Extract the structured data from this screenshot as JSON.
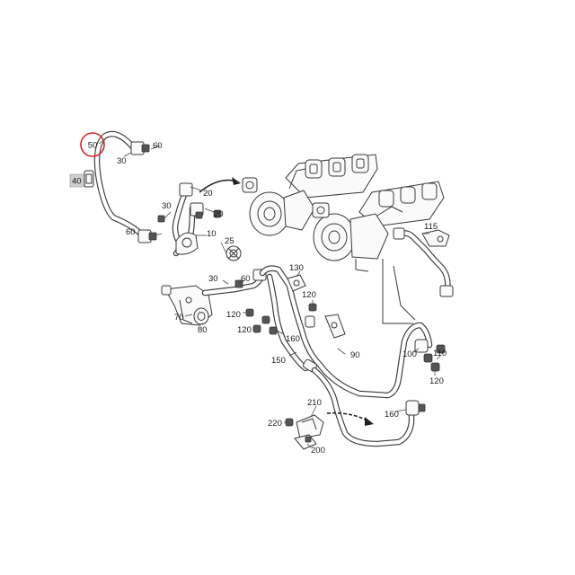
{
  "diagram": {
    "highlight_color": "#d9252b",
    "highlighted_label": "50",
    "callouts": [
      {
        "id": "50",
        "text": "50",
        "highlighted": true
      },
      {
        "id": "60a",
        "text": "60"
      },
      {
        "id": "30a",
        "text": "30"
      },
      {
        "id": "40",
        "text": "40",
        "boxed": true
      },
      {
        "id": "20a",
        "text": "20"
      },
      {
        "id": "20b",
        "text": "20"
      },
      {
        "id": "30b",
        "text": "30"
      },
      {
        "id": "60b",
        "text": "60"
      },
      {
        "id": "10",
        "text": "10"
      },
      {
        "id": "25",
        "text": "25"
      },
      {
        "id": "30c",
        "text": "30"
      },
      {
        "id": "60c",
        "text": "60"
      },
      {
        "id": "130",
        "text": "130"
      },
      {
        "id": "120a",
        "text": "120"
      },
      {
        "id": "70",
        "text": "70"
      },
      {
        "id": "80",
        "text": "80"
      },
      {
        "id": "120b",
        "text": "120"
      },
      {
        "id": "120c",
        "text": "120"
      },
      {
        "id": "160a",
        "text": "160"
      },
      {
        "id": "150",
        "text": "150"
      },
      {
        "id": "90",
        "text": "90"
      },
      {
        "id": "115",
        "text": "115"
      },
      {
        "id": "100",
        "text": "100"
      },
      {
        "id": "110",
        "text": "110"
      },
      {
        "id": "120d",
        "text": "120"
      },
      {
        "id": "210",
        "text": "210"
      },
      {
        "id": "160b",
        "text": "160"
      },
      {
        "id": "220",
        "text": "220"
      },
      {
        "id": "200",
        "text": "200"
      }
    ]
  }
}
